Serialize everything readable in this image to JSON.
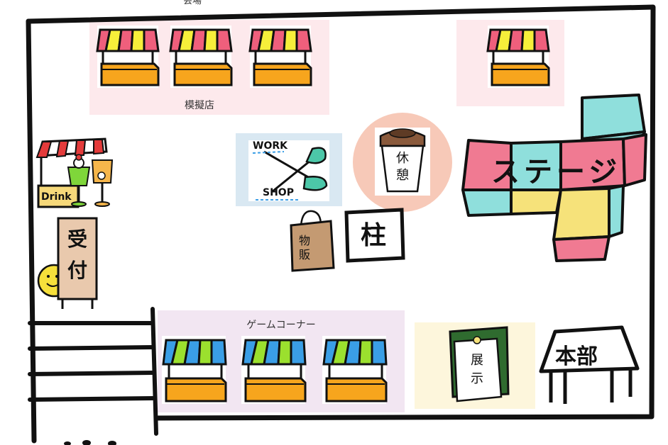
{
  "title_partial": "会場",
  "zones": {
    "mock_shop": {
      "label": "模擬店"
    },
    "game_corner": {
      "label": "ゲームコーナー"
    }
  },
  "areas": {
    "drink": {
      "label": "Drink"
    },
    "reception": {
      "label": "受付"
    },
    "workshop": {
      "label_top": "WORK",
      "label_bottom": "SHOP"
    },
    "rest": {
      "label": "休憩"
    },
    "merch": {
      "label": "物販"
    },
    "pillar": {
      "label": "柱"
    },
    "stage": {
      "label": "ステージ"
    },
    "exhibit": {
      "label": "展示"
    },
    "hq": {
      "label": "本部"
    }
  },
  "colors": {
    "pink_zone": "#fde9ec",
    "purple_zone": "#f2e6f2",
    "blue_zone": "#d9e8f2",
    "yellow_zone": "#fdf6dc",
    "rest_circle": "#f7c9b8",
    "awning_pink": "#ef5f7c",
    "awning_yellow": "#f6ef3a",
    "awning_blue": "#3a9ee6",
    "awning_green": "#9be02e",
    "booth_orange": "#f7a51d",
    "stage_pink": "#f07a92",
    "stage_cyan": "#8fdfdc",
    "stage_yellow": "#f6e27a"
  }
}
